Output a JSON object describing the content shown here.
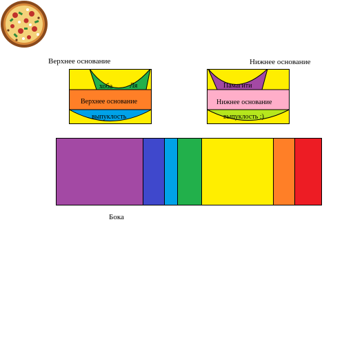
{
  "labels": {
    "top_base": "Верхнее основание",
    "bottom_base": "Нижнее основание",
    "sides": "Бока"
  },
  "top_panel": {
    "cutout_text_left": "хоба",
    "cutout_text_right": "Ля",
    "band_text": "Верхнее основание",
    "bottom_text": "выпуклость",
    "colors": {
      "background": "#ffee00",
      "cutout": "#22b04b",
      "band": "#ff7f27",
      "bottom": "#00a2e8"
    }
  },
  "bottom_panel": {
    "cutout_text": "Памагити",
    "band_text": "Нижнее основание",
    "bottom_text": "выпуклость :)",
    "colors": {
      "background": "#ffee00",
      "cutout": "#a349a4",
      "band": "#ffaec9",
      "bottom": "#b5e61d"
    }
  },
  "side_strip": {
    "segments": [
      {
        "color": "#a349a4",
        "share": 0.33
      },
      {
        "color": "#3f48cc",
        "share": 0.08
      },
      {
        "color": "#00a2e8",
        "share": 0.05
      },
      {
        "color": "#22b04b",
        "share": 0.09
      },
      {
        "color": "#ffee00",
        "share": 0.27
      },
      {
        "color": "#ff7f27",
        "share": 0.08
      },
      {
        "color": "#ed1c24",
        "share": 0.1
      }
    ]
  },
  "icons": {
    "pizza": "pizza-icon"
  }
}
